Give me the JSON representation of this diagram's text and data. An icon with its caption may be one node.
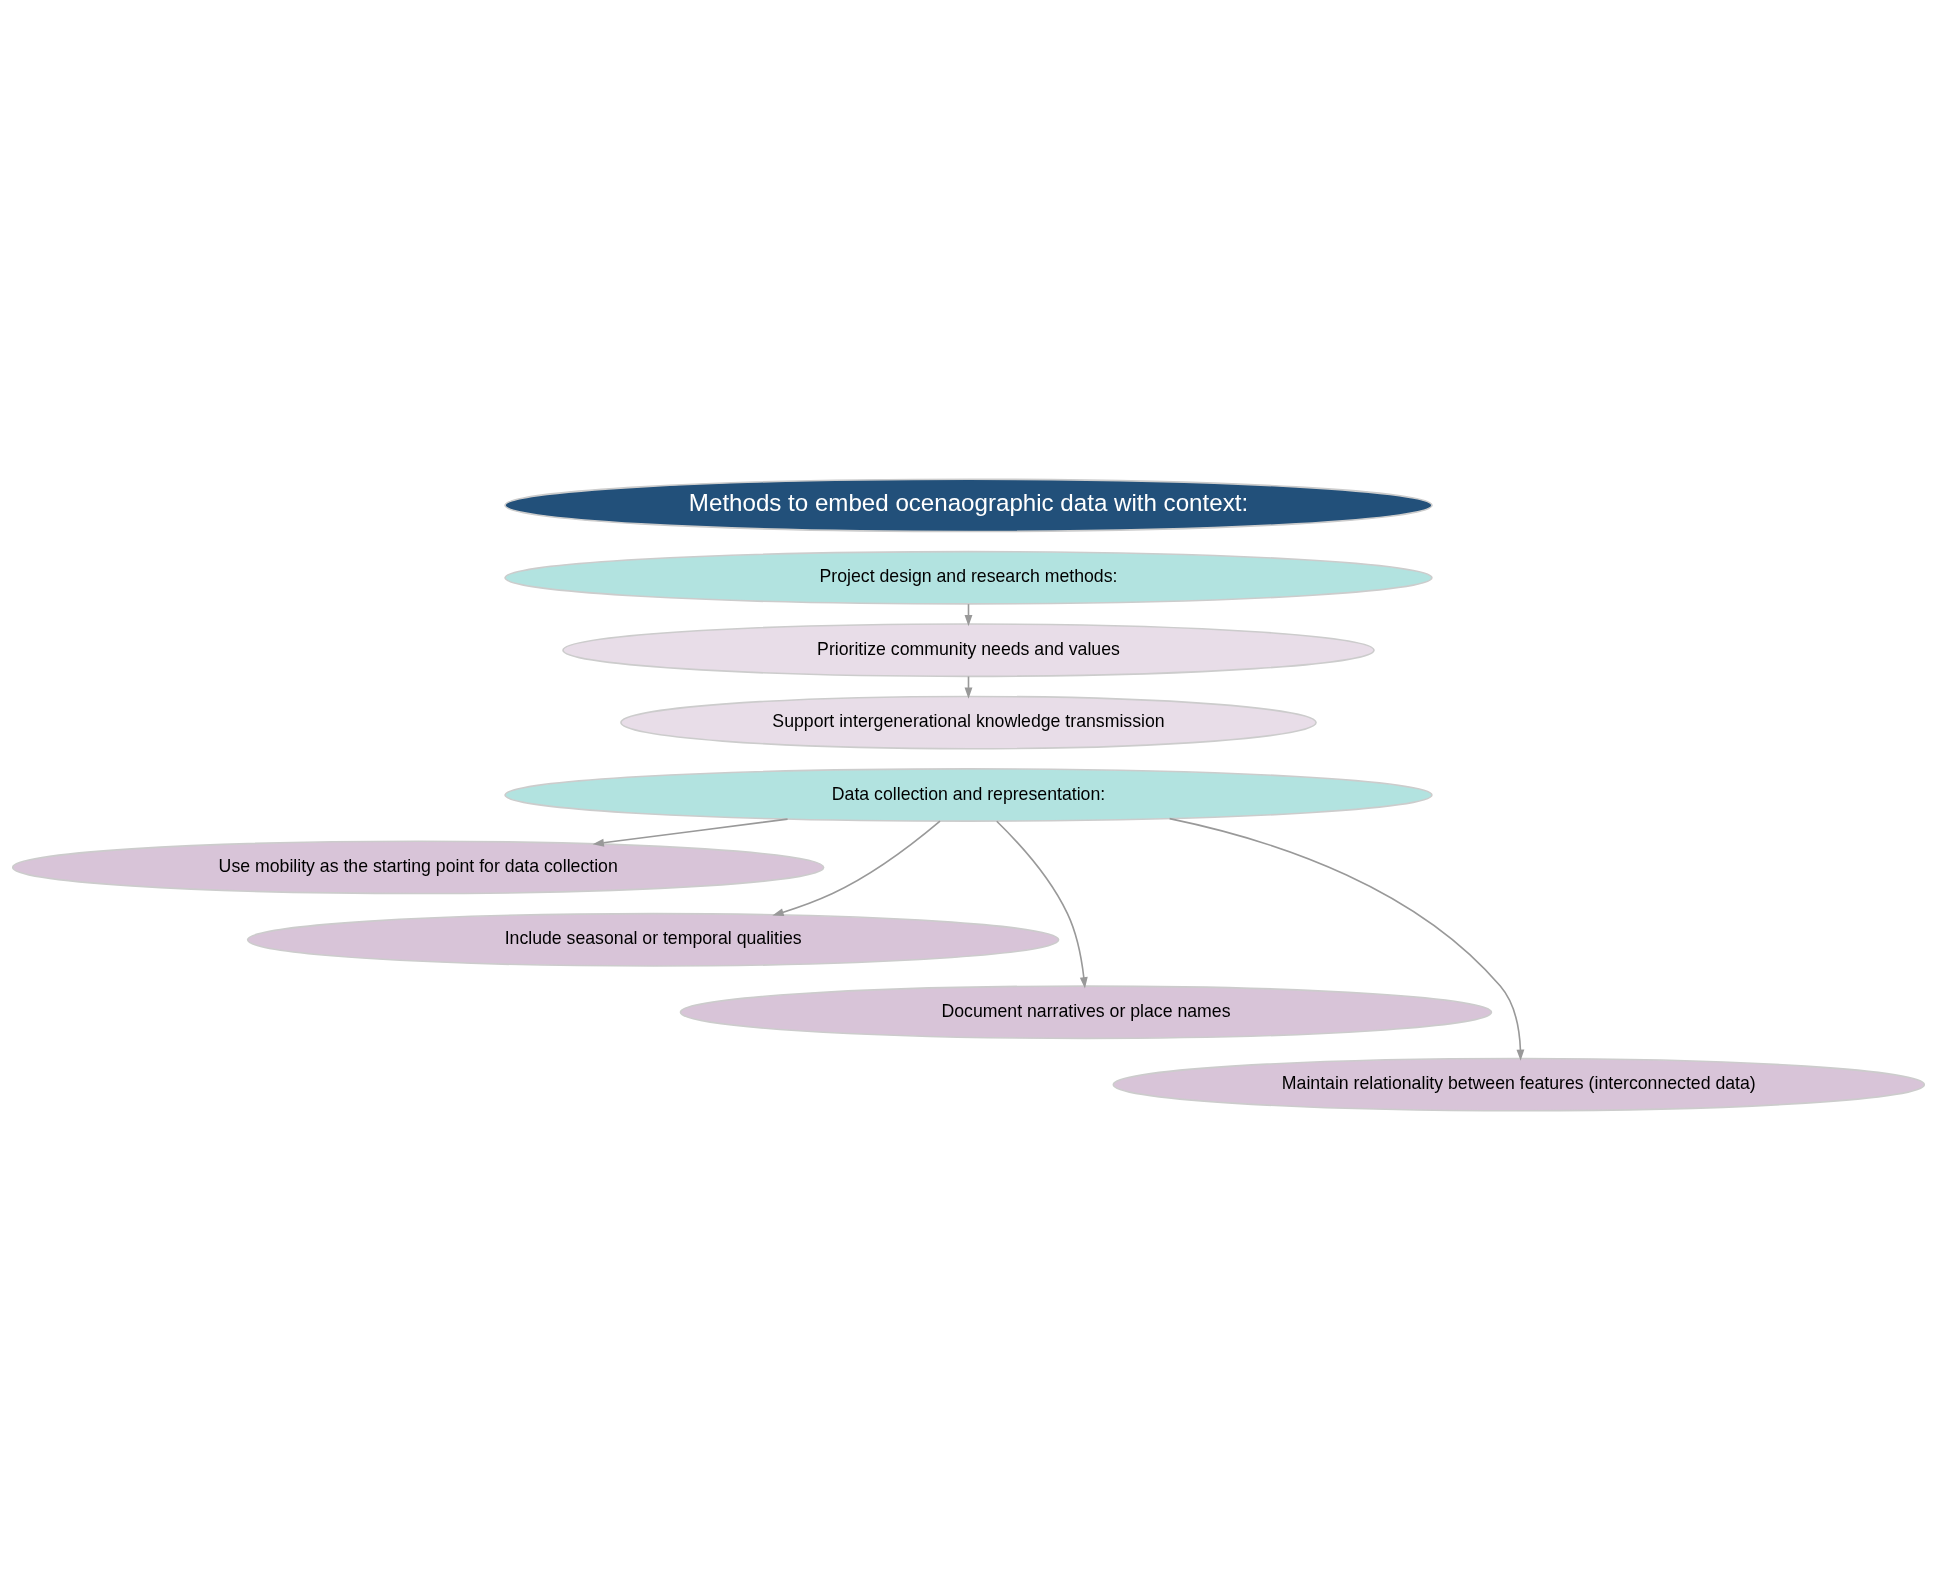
{
  "diagram": {
    "nodes": [
      {
        "text": [
          "Methods to embed ocenaographic data with context:"
        ]
      },
      {
        "text": [
          "Project design and research methods:"
        ]
      },
      {
        "text": [
          "Prioritize community needs and values"
        ]
      },
      {
        "text": [
          "Support intergenerational knowledge transmission"
        ]
      },
      {
        "text": [
          "Data collection and representation:"
        ]
      },
      {
        "text": [
          "Use mobility as the starting point for data collection"
        ]
      },
      {
        "text": [
          "Include seasonal or temporal qualities"
        ]
      },
      {
        "text": [
          "Document narratives or place names"
        ]
      },
      {
        "text": [
          "Maintain relationality between features (interconnected data)"
        ]
      }
    ],
    "edges": [
      {
        "from": 1,
        "to": 2,
        "arrow": "to"
      },
      {
        "from": 2,
        "to": 3,
        "arrow": "to"
      },
      {
        "from": 4,
        "to": 5,
        "arrow": "to"
      },
      {
        "from": 4,
        "to": 6,
        "arrow": "to"
      },
      {
        "from": 4,
        "to": 7,
        "arrow": "to"
      },
      {
        "from": 4,
        "to": 8,
        "arrow": "to"
      }
    ]
  }
}
